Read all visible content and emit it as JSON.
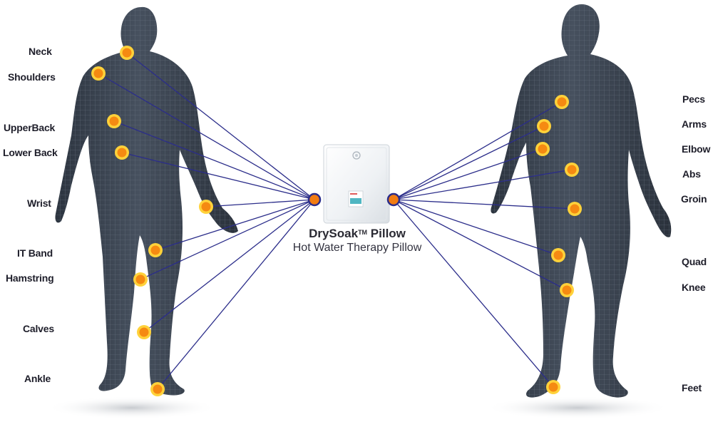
{
  "colors": {
    "body": "#3a4350",
    "mesh": "#6f7a88",
    "line": "#2b2d8a",
    "dot_fill": "#f58a12",
    "dot_ring": "#ffd23a",
    "hub_fill": "#f27c12",
    "hub_ring": "#2b2d8a"
  },
  "product": {
    "name": "DrySoak",
    "trademark": "TM",
    "name_suffix": " Pillow",
    "subtitle": "Hot Water Therapy Pillow"
  },
  "back_points": [
    {
      "label": "Neck"
    },
    {
      "label": "Shoulders"
    },
    {
      "label": "UpperBack"
    },
    {
      "label": "Lower Back"
    },
    {
      "label": "Wrist"
    },
    {
      "label": "IT Band"
    },
    {
      "label": "Hamstring"
    },
    {
      "label": "Calves"
    },
    {
      "label": "Ankle"
    }
  ],
  "front_points": [
    {
      "label": "Pecs"
    },
    {
      "label": "Arms"
    },
    {
      "label": "Elbow"
    },
    {
      "label": "Abs"
    },
    {
      "label": "Groin"
    },
    {
      "label": "Quad"
    },
    {
      "label": "Knee"
    },
    {
      "label": "Feet"
    }
  ]
}
